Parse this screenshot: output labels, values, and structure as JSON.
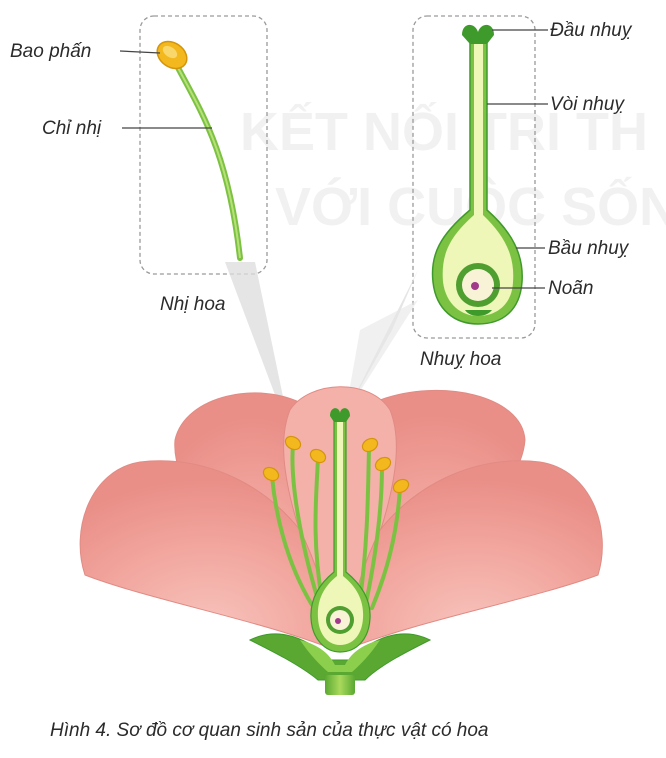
{
  "labels": {
    "anther": "Bao phấn",
    "filament": "Chỉ nhị",
    "stamen_title": "Nhị hoa",
    "stigma": "Đầu nhuỵ",
    "style": "Vòi nhuỵ",
    "ovary": "Bầu nhuỵ",
    "ovule": "Noãn",
    "pistil_title": "Nhuỵ hoa"
  },
  "caption": "Hình 4. Sơ đồ cơ quan sinh sản của thực vật có hoa",
  "colors": {
    "petal": "#f3a9a2",
    "petal_dark": "#e88f88",
    "green": "#7cc242",
    "green_dark": "#3f9a2c",
    "pale_green": "#eef6b8",
    "anther": "#f2b81d",
    "ovule": "#a13a8a"
  }
}
